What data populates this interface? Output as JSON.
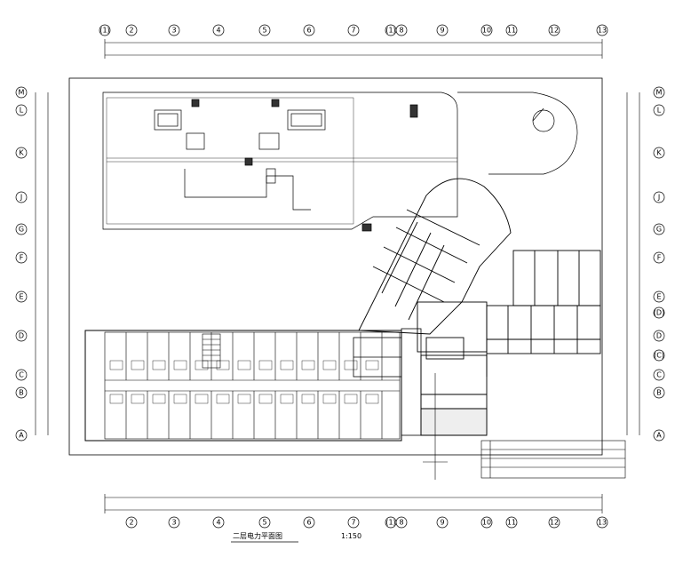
{
  "drawing": {
    "title": "二层电力平面图",
    "scale": "1:150"
  },
  "grid": {
    "columns_top": [
      "(1)",
      "2",
      "3",
      "4",
      "5",
      "6",
      "7",
      "(1)",
      "8",
      "9",
      "10",
      "11",
      "12",
      "13"
    ],
    "columns_bottom": [
      "2",
      "3",
      "4",
      "5",
      "6",
      "7",
      "(1)",
      "8",
      "9",
      "10",
      "11",
      "12",
      "13"
    ],
    "rows_left": [
      "M",
      "L",
      "K",
      "J",
      "G",
      "F",
      "E",
      "D",
      "C",
      "B",
      "A"
    ],
    "rows_right": [
      "M",
      "L",
      "K",
      "J",
      "G",
      "F",
      "E",
      "(D)",
      "D",
      "(C)",
      "C",
      "B",
      "A"
    ]
  }
}
